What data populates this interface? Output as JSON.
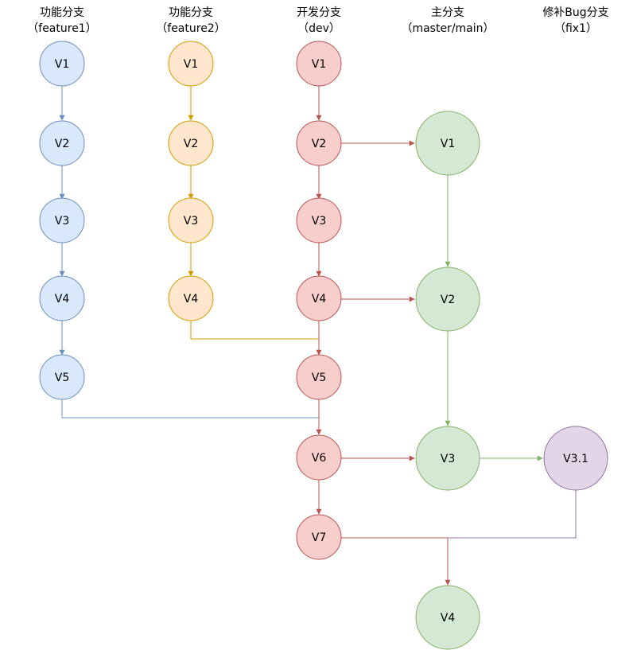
{
  "columns": {
    "feature1": {
      "name": "功能分支",
      "sub": "（feature1）"
    },
    "feature2": {
      "name": "功能分支",
      "sub": "（feature2）"
    },
    "dev": {
      "name": "开发分支",
      "sub": "（dev）"
    },
    "master": {
      "name": "主分支",
      "sub": "（master/main）"
    },
    "fix1": {
      "name": "修补Bug分支",
      "sub": "（fix1）"
    }
  },
  "nodes": {
    "f1": [
      "V1",
      "V2",
      "V3",
      "V4",
      "V5"
    ],
    "f2": [
      "V1",
      "V2",
      "V3",
      "V4"
    ],
    "dev": [
      "V1",
      "V2",
      "V3",
      "V4",
      "V5",
      "V6",
      "V7"
    ],
    "master": [
      "V1",
      "V2",
      "V3",
      "V4"
    ],
    "fix": [
      "V3.1"
    ]
  },
  "colors": {
    "feature1": {
      "fill": "#dae8fc",
      "stroke": "#6c8ebf"
    },
    "feature2": {
      "fill": "#ffe6cc",
      "stroke": "#d79b00"
    },
    "dev": {
      "fill": "#f8cecc",
      "stroke": "#b85450"
    },
    "master": {
      "fill": "#d5e8d4",
      "stroke": "#82b366"
    },
    "fix1": {
      "fill": "#e1d5e7",
      "stroke": "#9673a6"
    }
  }
}
